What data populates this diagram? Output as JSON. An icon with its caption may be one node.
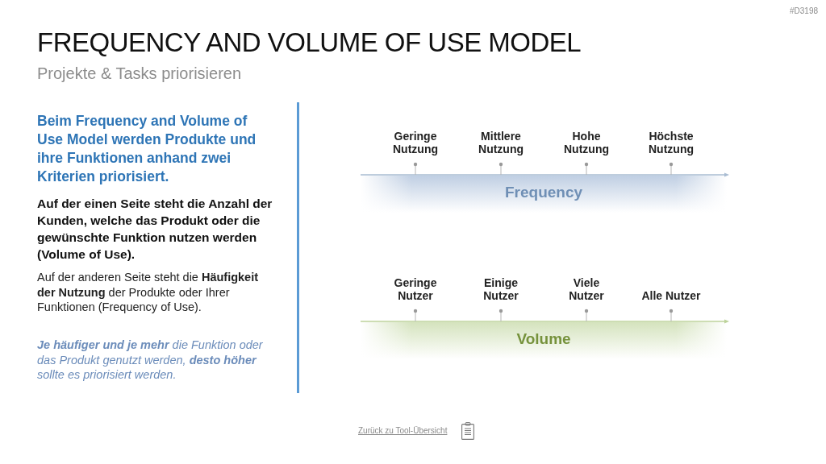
{
  "diagram": {
    "title": "FREQUENCY AND VOLUME OF USE MODEL",
    "nodes": [
      {
        "text": [
          "Frequency"
        ]
      },
      {
        "text": [
          "Volume"
        ]
      }
    ],
    "labels": [
      "#D3198",
      "Projekte & Tasks priorisieren",
      "Beim Frequency and Volume of Use Model werden Produkte und ihre Funktionen anhand zwei Kriterien priorisiert.",
      "Auf der einen Seite steht die Anzahl der Kunden, welche das Produkt oder die gewünschte Funktion nutzen werden (Volume of Use).",
      "Auf der anderen Seite steht die **Häufigkeit der Nutzung** der Produkte oder Ihrer Funktionen (Frequency of Use).",
      "**Je häufiger und je mehr** die Funktion oder das Produkt genutzt werden, **desto höher** sollte es priorisiert werden.",
      "Geringe Nutzung",
      "Mittlere Nutzung",
      "Hohe Nutzung",
      "Höchste Nutzung",
      "Geringe Nutzer",
      "Einige Nutzer",
      "Viele Nutzer",
      "Alle Nutzer",
      "Zurück zu Tool-Übersicht"
    ]
  }
}
